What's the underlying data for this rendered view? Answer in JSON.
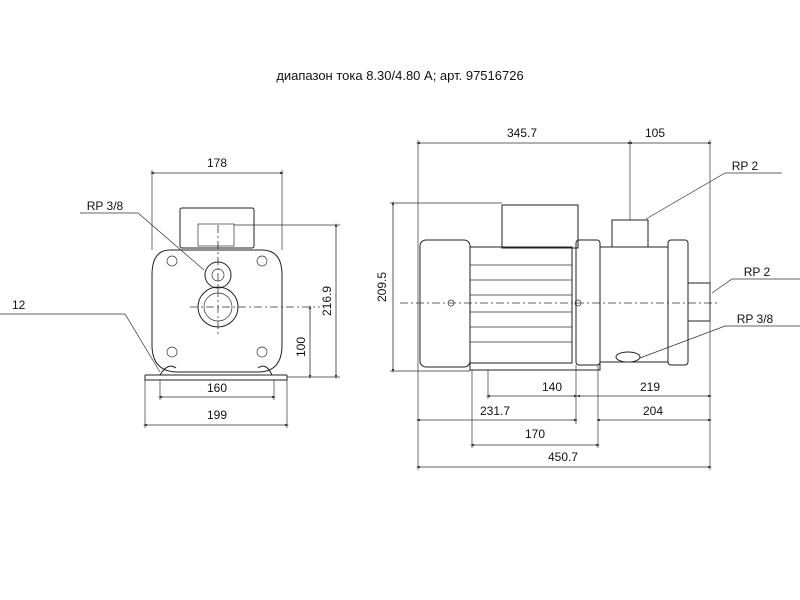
{
  "title": "диапазон тока 8.30/4.80 A; арт. 97516726",
  "front_view": {
    "width_top": "178",
    "connection_label": "RP 3/8",
    "foot_label": "12",
    "height_total": "216.9",
    "height_axis": "100",
    "foot_inner": "160",
    "foot_outer": "199"
  },
  "side_view": {
    "length_motor": "345.7",
    "length_outlet": "105",
    "height": "209.5",
    "outlet_label": "RP 2",
    "inlet_label": "RP 2",
    "drain_label": "RP 3/8",
    "dim_140": "140",
    "dim_219": "219",
    "dim_231_7": "231.7",
    "dim_204": "204",
    "dim_170": "170",
    "total_length": "450.7"
  }
}
